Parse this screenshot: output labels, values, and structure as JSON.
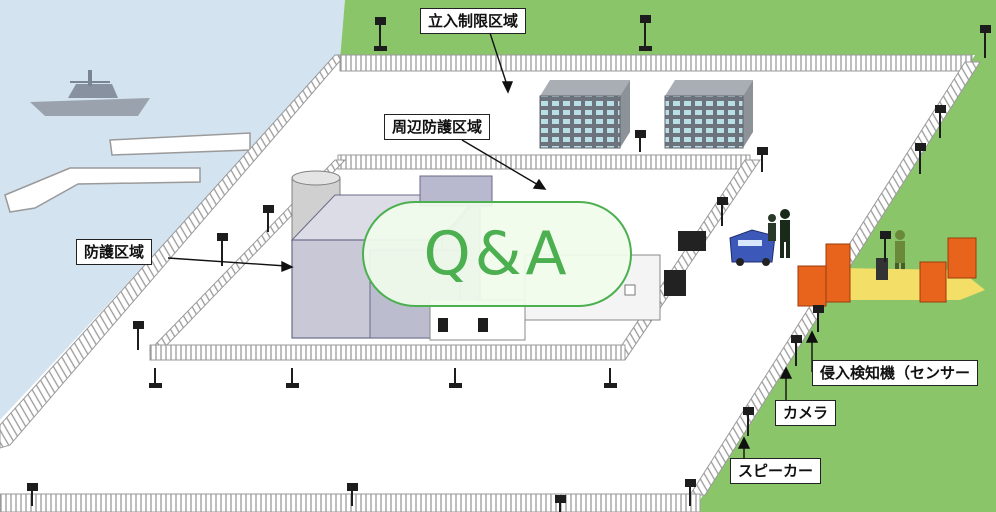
{
  "labels": {
    "restricted_zone": "立入制限区域",
    "perimeter_zone": "周辺防護区域",
    "protected_zone": "防護区域",
    "intrusion_sensor": "侵入検知機（センサー",
    "camera": "カメラ",
    "speaker": "スピーカー"
  },
  "badge": {
    "text": "Q&A"
  },
  "colors": {
    "sea": "#d3e3f0",
    "grass": "#8ac56a",
    "ground": "#ffffff",
    "fence": "#9a9a9a",
    "reactor_building": "#c8c8d6",
    "gate": "#e8641c",
    "badge_accent": "#4caf50"
  },
  "icons": [
    "ship-icon",
    "camera-post-icon",
    "gate-icon",
    "guard-icon",
    "vehicle-icon"
  ]
}
